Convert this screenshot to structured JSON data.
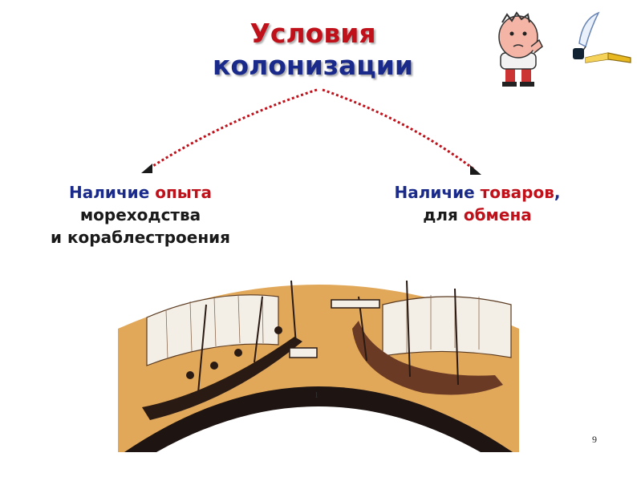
{
  "title": {
    "line1": "Условия",
    "line2": "колонизации"
  },
  "left_condition": {
    "part1": "Наличие ",
    "accent": "опыта",
    "line2": "мореходства",
    "line3": "и кораблестроения"
  },
  "right_condition": {
    "part1": "Наличие ",
    "accent": "товаров",
    "comma": ",",
    "line2_part1": "для ",
    "line2_accent": "обмена"
  },
  "image": {
    "inscription": "1"
  },
  "page_number": "9",
  "colors": {
    "red": "#c0101a",
    "blue": "#1a2a8a",
    "ochre": "#e2a85a"
  },
  "icons": [
    "thinking-boy-icon",
    "quill-and-book-icon"
  ]
}
